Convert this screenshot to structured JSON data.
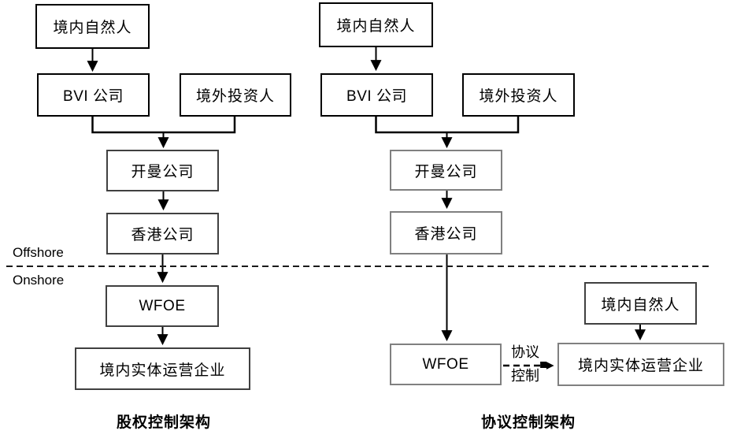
{
  "colors": {
    "background": "#ffffff",
    "text": "#000000",
    "box_border_black": "#000000",
    "box_border_gray": "#808080",
    "connector": "#000000"
  },
  "separator": {
    "offshore": "Offshore",
    "onshore": "Onshore"
  },
  "left_structure": {
    "caption": "股权控制架构",
    "nodes": {
      "natural_person": "境内自然人",
      "bvi_company": "BVI 公司",
      "foreign_investor": "境外投资人",
      "cayman_company": "开曼公司",
      "hongkong_company": "香港公司",
      "wfoe": "WFOE",
      "operating_company": "境内实体运营企业"
    }
  },
  "right_structure": {
    "caption": "协议控制架构",
    "nodes": {
      "natural_person": "境内自然人",
      "bvi_company": "BVI 公司",
      "foreign_investor": "境外投资人",
      "cayman_company": "开曼公司",
      "hongkong_company": "香港公司",
      "wfoe": "WFOE",
      "operating_company": "境内实体运营企业",
      "natural_person_domestic": "境内自然人"
    },
    "vie_edge_label": {
      "line1": "协议",
      "line2": "控制"
    }
  }
}
